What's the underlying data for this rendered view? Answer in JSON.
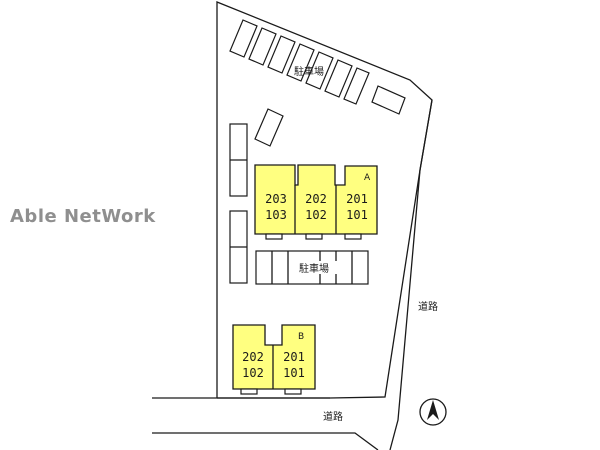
{
  "watermark": "Able NetWork",
  "labels": {
    "parking_top": "駐車場",
    "parking_middle": "駐車場",
    "road_right": "道路",
    "road_bottom": "道路"
  },
  "buildings": {
    "A": {
      "label": "A",
      "units": [
        {
          "upper": "203",
          "lower": "103"
        },
        {
          "upper": "202",
          "lower": "102"
        },
        {
          "upper": "201",
          "lower": "101"
        }
      ]
    },
    "B": {
      "label": "B",
      "units": [
        {
          "upper": "202",
          "lower": "102"
        },
        {
          "upper": "201",
          "lower": "101"
        }
      ]
    }
  },
  "colors": {
    "building_fill": "#ffff80",
    "line": "#1a1a1a",
    "watermark": "#8f8f8f"
  },
  "icons": {
    "compass": "north-arrow-icon"
  }
}
